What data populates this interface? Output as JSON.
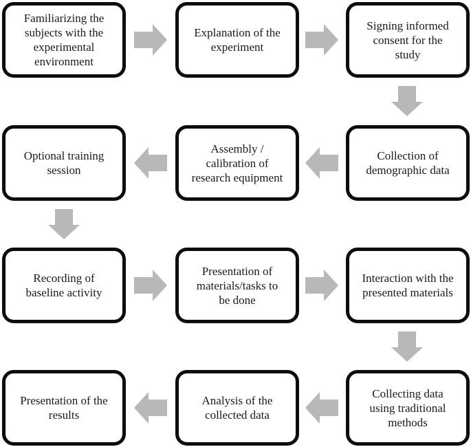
{
  "diagram": {
    "type": "flowchart",
    "steps": [
      {
        "label": "Familiarizing the\nsubjects with the\nexperimental\nenvironment"
      },
      {
        "label": "Explanation of the\nexperiment"
      },
      {
        "label": "Signing informed\nconsent for the\nstudy"
      },
      {
        "label": "Collection of\ndemographic data"
      },
      {
        "label": "Assembly /\ncalibration of\nresearch equipment"
      },
      {
        "label": "Optional training\nsession"
      },
      {
        "label": "Recording of\nbaseline activity"
      },
      {
        "label": "Presentation of\nmaterials/tasks to\nbe done"
      },
      {
        "label": "Interaction with the\npresented materials"
      },
      {
        "label": "Collecting data\nusing traditional\nmethods"
      },
      {
        "label": "Analysis of the\ncollected data"
      },
      {
        "label": "Presentation of the\nresults"
      }
    ],
    "connections": [
      {
        "from": 1,
        "to": 2,
        "direction": "right"
      },
      {
        "from": 2,
        "to": 3,
        "direction": "right"
      },
      {
        "from": 3,
        "to": 4,
        "direction": "down"
      },
      {
        "from": 4,
        "to": 5,
        "direction": "left"
      },
      {
        "from": 5,
        "to": 6,
        "direction": "left"
      },
      {
        "from": 6,
        "to": 7,
        "direction": "down"
      },
      {
        "from": 7,
        "to": 8,
        "direction": "right"
      },
      {
        "from": 8,
        "to": 9,
        "direction": "right"
      },
      {
        "from": 9,
        "to": 10,
        "direction": "down"
      },
      {
        "from": 10,
        "to": 11,
        "direction": "left"
      },
      {
        "from": 11,
        "to": 12,
        "direction": "left"
      }
    ],
    "colors": {
      "box_border": "#0d0d0d",
      "box_fill": "#ffffff",
      "text": "#1a1a1a",
      "arrow": "#b8b8b8",
      "background": "#ffffff"
    }
  }
}
